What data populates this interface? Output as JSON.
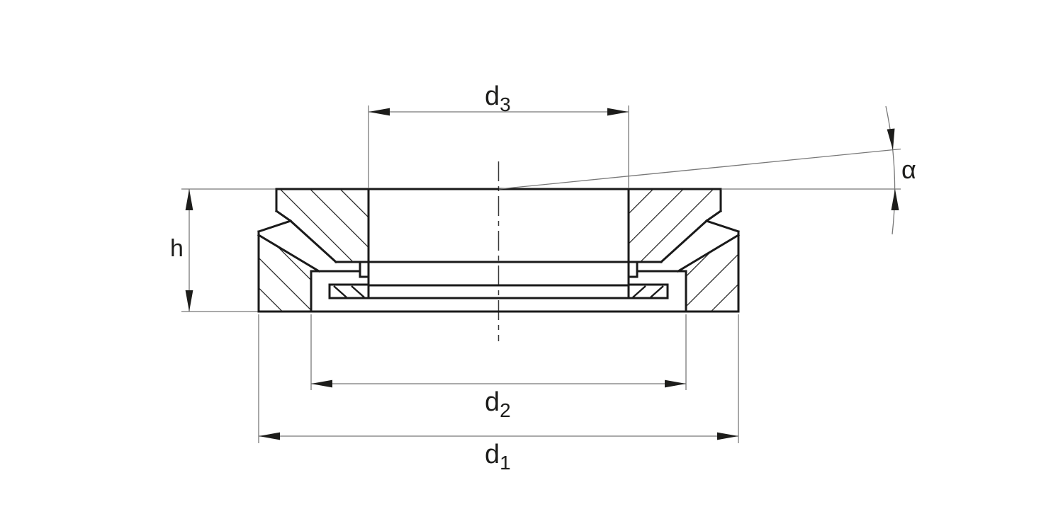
{
  "drawing": {
    "type": "engineering-cross-section",
    "subject": "axial spherical plain bearing",
    "labels": {
      "d3": {
        "main": "d",
        "sub": "3"
      },
      "d2": {
        "main": "d",
        "sub": "2"
      },
      "d1": {
        "main": "d",
        "sub": "1"
      },
      "height": "h",
      "angle": "α"
    },
    "colors": {
      "background": "#ffffff",
      "part_outline": "#1a1a1a",
      "dimension_lines": "#787878",
      "centerline": "#3d3d3d",
      "arrowheads_text": "#1d1d1b"
    }
  }
}
